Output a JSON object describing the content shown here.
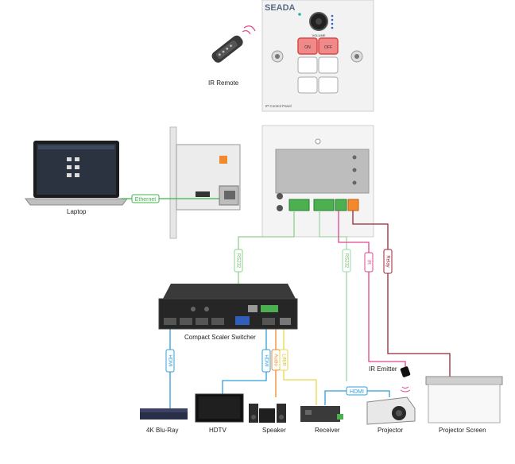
{
  "devices": {
    "ir_remote": {
      "label": "IR Remote"
    },
    "control_panel": {
      "brand": "SEADA",
      "knob_label": "VOLUME",
      "on_button": "ON",
      "off_button": "OFF",
      "footer": "IP Control Panel"
    },
    "laptop": {
      "label": "Laptop"
    },
    "switcher": {
      "label": "Compact Scaler Switcher"
    },
    "bluray": {
      "label": "4K Blu-Ray"
    },
    "hdtv": {
      "label": "HDTV"
    },
    "speaker": {
      "label": "Speaker"
    },
    "receiver": {
      "label": "Receiver"
    },
    "projector": {
      "label": "Projector"
    },
    "projector_screen": {
      "label": "Projector Screen"
    },
    "ir_emitter": {
      "label": "IR Emitter"
    }
  },
  "connections": {
    "ethernet": "Ethernet",
    "rs232_switcher": "RS232",
    "rs232_projector": "RS232",
    "ir": "IR",
    "relay": "Relay",
    "hdmi_bluray": "HDMI",
    "hdmi_hdtv": "HDMI",
    "audio": "Audio",
    "lr": "L/R/R",
    "hdmi_projector": "HDMI"
  },
  "colors": {
    "ethernet": "#3db54a",
    "rs232": "#8fd18a",
    "rs232_projector": "#9fd6a8",
    "ir": "#e0468c",
    "relay": "#9b2335",
    "hdmi": "#2f9fd8",
    "audio": "#f08a2c",
    "lr": "#e8d94a"
  }
}
